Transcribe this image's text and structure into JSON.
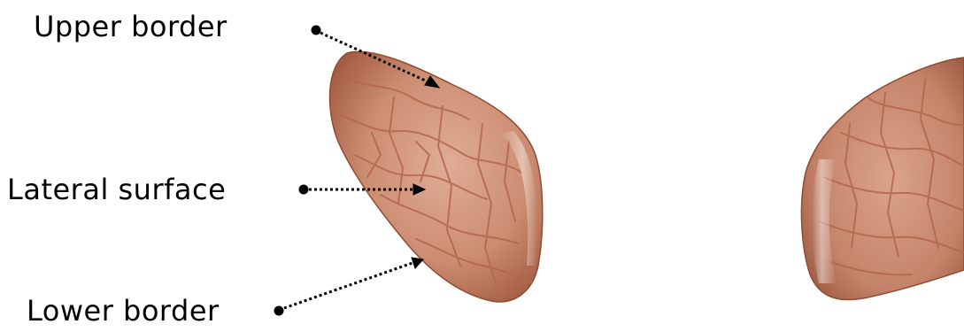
{
  "labels": {
    "upper_border": "Upper border",
    "lateral_surface": "Lateral surface",
    "lower_border": "Lower border"
  },
  "colors": {
    "tissue_base": "#c98a70",
    "tissue_light": "#e3b5a0",
    "tissue_dark": "#8f4b33",
    "veins": "#b4664c",
    "arrow": "#000000"
  }
}
